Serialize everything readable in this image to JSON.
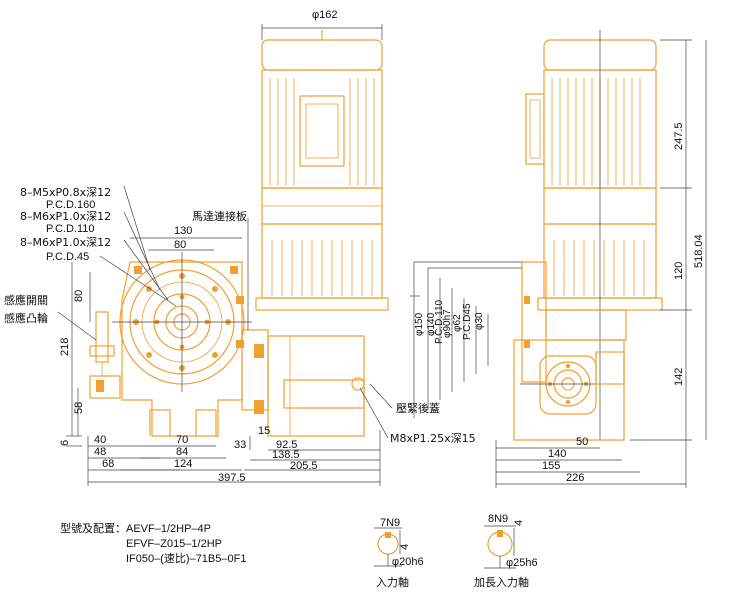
{
  "top_labels": {
    "phi162": "φ162"
  },
  "left_callouts": [
    "8–M5xP0.8x深12",
    "P.C.D.160",
    "8–M6xP1.0x深12",
    "P.C.D.110",
    "8–M6xP1.0x深12",
    "P.C.D.45"
  ],
  "side_callouts": {
    "motor_plate": "馬達連接板",
    "sensor_switch": "感應開關",
    "sensor_cam": "感應凸輪",
    "press_cover": "壓緊後蓋",
    "bolt": "M8xP1.25x深15"
  },
  "front_dims": {
    "d130": "130",
    "d80top": "80",
    "d80": "80",
    "d218": "218",
    "d58": "58",
    "d6": "6",
    "d40": "40",
    "d48": "48",
    "d68": "68",
    "d70": "70",
    "d84": "84",
    "d124": "124",
    "d33": "33",
    "d15": "15",
    "d92_5": "92.5",
    "d138_5": "138.5",
    "d205_5": "205.5",
    "d397_5": "397.5"
  },
  "side_dims": {
    "d247_5": "247.5",
    "d518_04": "518.04",
    "d120": "120",
    "d142": "142",
    "d50": "50",
    "d140": "140",
    "d155": "155",
    "d226": "226",
    "phi150": "φ150",
    "phi140": "φ140",
    "pcd110": "P.C.D.110",
    "phi90h7": "φ90h7",
    "phi62": "φ62",
    "pcd45": "P.C.D45",
    "phi30": "φ30"
  },
  "model": {
    "heading": "型號及配置：",
    "lines": [
      "AEVF–1/2HP–4P",
      "EFVF–Z015–1/2HP",
      "IF050–(速比)–71B5–0F1"
    ]
  },
  "shaft1": {
    "key": "7N9",
    "dim4": "4",
    "dia": "φ20h6",
    "caption": "入力軸"
  },
  "shaft2": {
    "key": "8N9",
    "dim4": "4",
    "dia": "φ25h6",
    "caption": "加長入力軸"
  }
}
